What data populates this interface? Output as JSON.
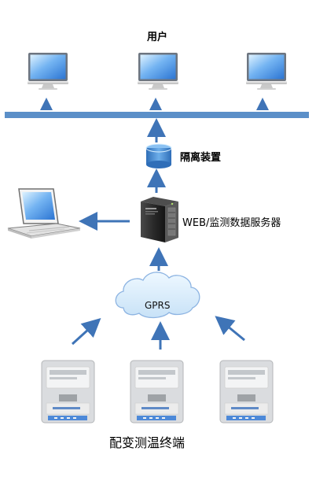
{
  "diagram": {
    "users_label": "用户",
    "isolation_label": "隔离装置",
    "server_label": "WEB/监测数据服务器",
    "gprs_label": "GPRS",
    "terminal_label": "配变测温终端"
  },
  "colors": {
    "bus": "#5b8fc8",
    "arrow": "#3f74b7",
    "cloud_fill": "#d7ebfb",
    "cloud_stroke": "#8db4e2",
    "device_blue": "#4d89d8",
    "device_gray": "#d6d9dc"
  },
  "icons": {
    "user_monitor": "monitor-icon",
    "laptop": "laptop-icon",
    "server": "server-icon",
    "isolation": "isolation-device-icon",
    "cloud": "cloud-icon",
    "terminal": "temperature-terminal-icon"
  }
}
